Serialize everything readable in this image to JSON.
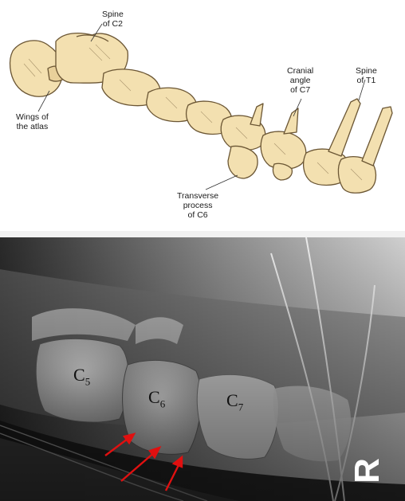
{
  "illustration": {
    "labels": {
      "spine_c2": [
        "Spine",
        "of C2"
      ],
      "wings_atlas": [
        "Wings of",
        "the atlas"
      ],
      "cranial_angle_c7": [
        "Cranial",
        "angle",
        "of C7"
      ],
      "spine_t1": [
        "Spine",
        "of T1"
      ],
      "transverse_c6": [
        "Transverse",
        "process",
        "of C6"
      ]
    },
    "colors": {
      "bone": "#f3e0b0",
      "bone_shade": "#d9bf86",
      "outline": "#6b5634"
    }
  },
  "radiograph": {
    "labels": {
      "c5": {
        "base": "C",
        "sub": "5"
      },
      "c6": {
        "base": "C",
        "sub": "6"
      },
      "c7": {
        "base": "C",
        "sub": "7"
      }
    },
    "marker": "R",
    "arrow_color": "#e01010"
  }
}
